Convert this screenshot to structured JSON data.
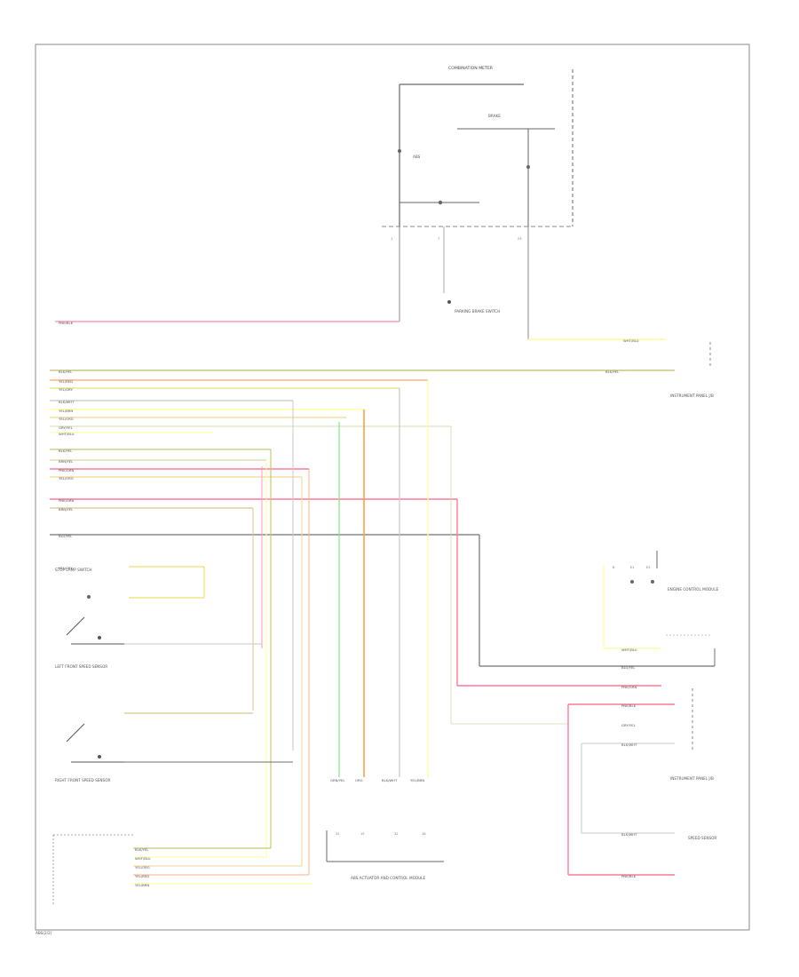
{
  "labels": {
    "combination_meter": "COMBINATION METER",
    "brake_warning": "BRAKE",
    "abs_indicator": "ABS",
    "parking_brake_switch": "PARKING BRAKE SWITCH",
    "instrument_panel_jb_top": "INSTRUMENT PANEL J/B",
    "engine_control_module": "ENGINE CONTROL MODULE",
    "left_front_sensor": "LEFT FRONT SPEED SENSOR",
    "right_front_sensor": "RIGHT FRONT SPEED SENSOR",
    "stop_lamp_switch": "STOP LAMP SWITCH",
    "instrument_panel_jb_bottom": "INSTRUMENT PANEL J/B",
    "abs_actuator": "ABS ACTUATOR AND CONTROL MODULE",
    "speed_sensor_rear": "SPEED SENSOR",
    "page_ref": "ABS(2/2)"
  },
  "wires": [
    {
      "label": "PNK/BLK",
      "color": "#ff9eb0"
    },
    {
      "label": "WHT/BLU",
      "color": "#ffff9a"
    },
    {
      "label": "BLK/YEL",
      "color": "#c8c878"
    },
    {
      "label": "YEL/RED",
      "color": "#ffb080"
    },
    {
      "label": "YEL/GRY",
      "color": "#e8e070"
    },
    {
      "label": "BLK/WHT",
      "color": "#c8c8c8"
    },
    {
      "label": "YEL/BRN",
      "color": "#ffff90"
    },
    {
      "label": "YEL/ORG",
      "color": "#f0d890"
    },
    {
      "label": "GRY/YEL",
      "color": "#d8d8b0"
    },
    {
      "label": "PNK/GRN",
      "color": "#ff7a95"
    },
    {
      "label": "BRN/YEL",
      "color": "#d8c890"
    },
    {
      "label": "BLU/YEL",
      "color": "#707070"
    },
    {
      "label": "GRN/YEL",
      "color": "#80e880"
    },
    {
      "label": "ORG",
      "color": "#ffa040"
    }
  ],
  "jb_pins": {
    "ecm_1": "B",
    "ecm_2": "E1",
    "ecm_3": "E2"
  }
}
